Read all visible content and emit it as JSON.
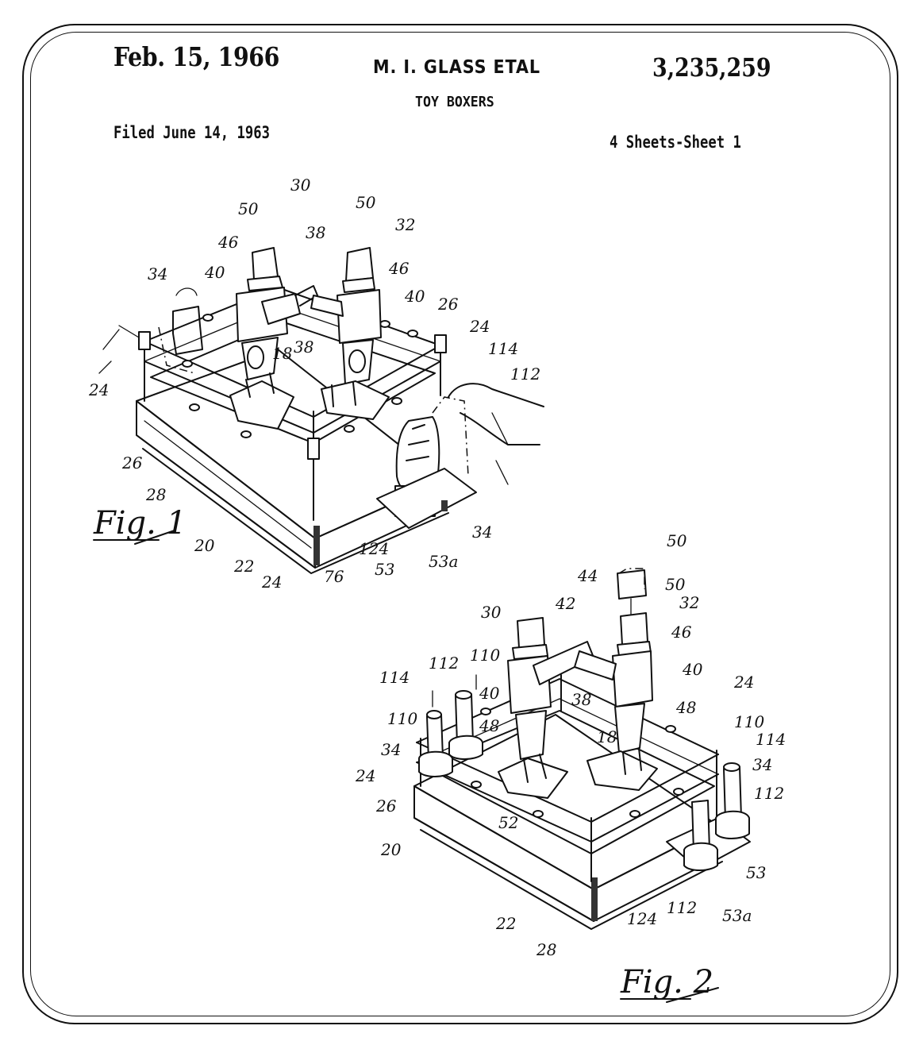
{
  "header": {
    "date": "Feb. 15, 1966",
    "inventor": "M. I. GLASS ETAL",
    "patent_number": "3,235,259",
    "title": "TOY BOXERS",
    "filed": "Filed June 14, 1963",
    "sheets": "4 Sheets-Sheet 1"
  },
  "figures": [
    {
      "label": "Fig. 1",
      "reference_numerals": [
        "30",
        "50",
        "50",
        "32",
        "38",
        "46",
        "46",
        "40",
        "40",
        "34",
        "26",
        "24",
        "24",
        "114",
        "112",
        "18",
        "38",
        "26",
        "28",
        "20",
        "22",
        "24",
        "76",
        "124",
        "53",
        "53a",
        "34"
      ]
    },
    {
      "label": "Fig. 2",
      "reference_numerals": [
        "50",
        "50",
        "44",
        "42",
        "32",
        "30",
        "46",
        "112",
        "110",
        "40",
        "114",
        "38",
        "40",
        "48",
        "24",
        "110",
        "110",
        "48",
        "18",
        "34",
        "114",
        "34",
        "24",
        "26",
        "52",
        "112",
        "20",
        "53",
        "22",
        "124",
        "112",
        "53a",
        "28"
      ]
    }
  ]
}
